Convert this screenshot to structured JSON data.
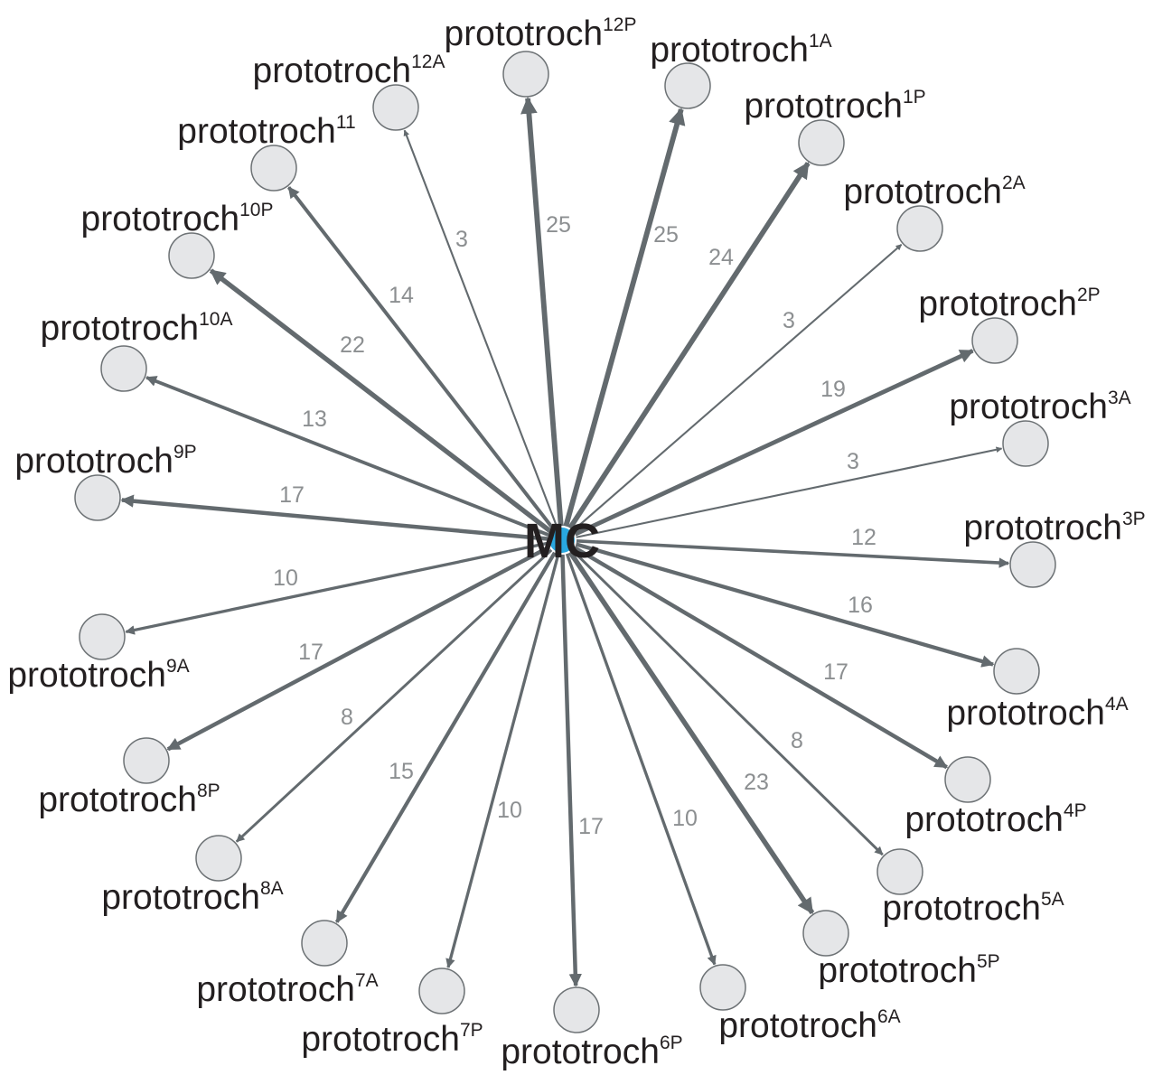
{
  "hub": {
    "label": "MC",
    "color": "#29a8e0"
  },
  "edge_color": "#636a6e",
  "node_fill": "#e5e6e8",
  "nodes": [
    {
      "id": "12P",
      "base": "prototroch",
      "sup": "12P",
      "weight": 25
    },
    {
      "id": "1A",
      "base": "prototroch",
      "sup": "1A",
      "weight": 25
    },
    {
      "id": "1P",
      "base": "prototroch",
      "sup": "1P",
      "weight": 24
    },
    {
      "id": "2A",
      "base": "prototroch",
      "sup": "2A",
      "weight": 3
    },
    {
      "id": "2P",
      "base": "prototroch",
      "sup": "2P",
      "weight": 19
    },
    {
      "id": "3A",
      "base": "prototroch",
      "sup": "3A",
      "weight": 3
    },
    {
      "id": "3P",
      "base": "prototroch",
      "sup": "3P",
      "weight": 12
    },
    {
      "id": "4A",
      "base": "prototroch",
      "sup": "4A",
      "weight": 16
    },
    {
      "id": "4P",
      "base": "prototroch",
      "sup": "4P",
      "weight": 17
    },
    {
      "id": "5A",
      "base": "prototroch",
      "sup": "5A",
      "weight": 8
    },
    {
      "id": "5P",
      "base": "prototroch",
      "sup": "5P",
      "weight": 23
    },
    {
      "id": "6A",
      "base": "prototroch",
      "sup": "6A",
      "weight": 10
    },
    {
      "id": "6P",
      "base": "prototroch",
      "sup": "6P",
      "weight": 17
    },
    {
      "id": "7P",
      "base": "prototroch",
      "sup": "7P",
      "weight": 10
    },
    {
      "id": "7A",
      "base": "prototroch",
      "sup": "7A",
      "weight": 15
    },
    {
      "id": "8A",
      "base": "prototroch",
      "sup": "8A",
      "weight": 8
    },
    {
      "id": "8P",
      "base": "prototroch",
      "sup": "8P",
      "weight": 17
    },
    {
      "id": "9A",
      "base": "prototroch",
      "sup": "9A",
      "weight": 10
    },
    {
      "id": "9P",
      "base": "prototroch",
      "sup": "9P",
      "weight": 17
    },
    {
      "id": "10A",
      "base": "prototroch",
      "sup": "10A",
      "weight": 13
    },
    {
      "id": "10P",
      "base": "prototroch",
      "sup": "10P",
      "weight": 22
    },
    {
      "id": "11",
      "base": "prototroch",
      "sup": "11",
      "weight": 14
    },
    {
      "id": "12A",
      "base": "prototroch",
      "sup": "12A",
      "weight": 3
    }
  ]
}
